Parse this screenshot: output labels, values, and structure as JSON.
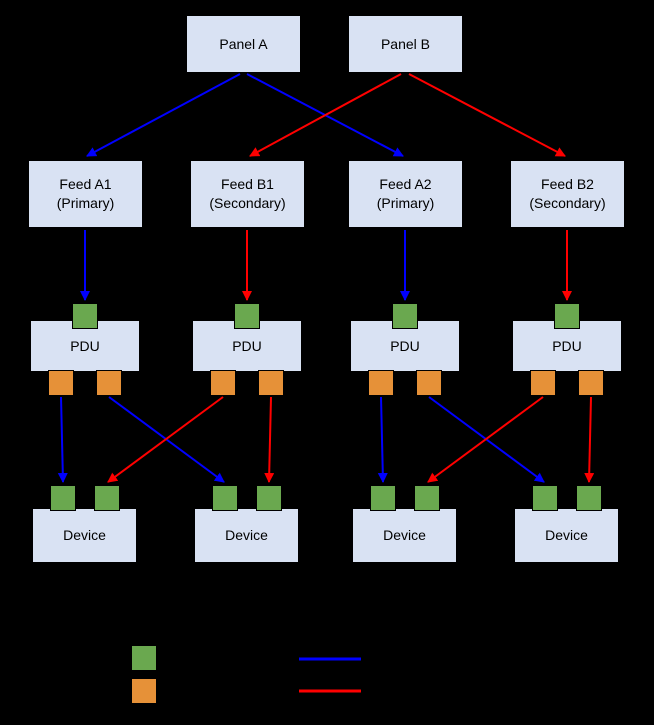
{
  "colors": {
    "background": "#000000",
    "box_fill": "#d9e2f3",
    "input_port_green": "#6aa84f",
    "output_port_orange": "#e69138",
    "primary_path_blue": "#0000ff",
    "secondary_path_red": "#ff0000"
  },
  "panels": [
    {
      "label": "Panel A"
    },
    {
      "label": "Panel B"
    }
  ],
  "feeds": [
    {
      "line1": "Feed A1",
      "line2": "(Primary)"
    },
    {
      "line1": "Feed B1",
      "line2": "(Secondary)"
    },
    {
      "line1": "Feed A2",
      "line2": "(Primary)"
    },
    {
      "line1": "Feed B2",
      "line2": "(Secondary)"
    }
  ],
  "pdus": [
    {
      "label": "PDU"
    },
    {
      "label": "PDU"
    },
    {
      "label": "PDU"
    },
    {
      "label": "PDU"
    }
  ],
  "devices": [
    {
      "label": "Device"
    },
    {
      "label": "Device"
    },
    {
      "label": "Device"
    },
    {
      "label": "Device"
    }
  ],
  "legend": {
    "swatches": [
      {
        "name": "green-square",
        "color": "#6aa84f"
      },
      {
        "name": "orange-square",
        "color": "#e69138"
      }
    ],
    "lines": [
      {
        "name": "blue-line",
        "color": "#0000ff"
      },
      {
        "name": "red-line",
        "color": "#ff0000"
      }
    ]
  }
}
